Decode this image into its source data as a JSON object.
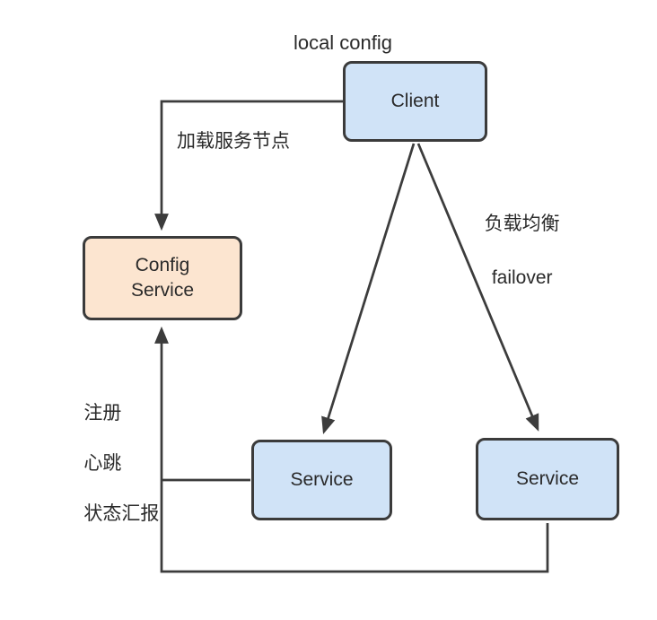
{
  "diagram": {
    "nodes": {
      "client": {
        "label": "Client"
      },
      "config_service": {
        "label_line1": "Config",
        "label_line2": "Service"
      },
      "service_left": {
        "label": "Service"
      },
      "service_right": {
        "label": "Service"
      }
    },
    "edge_labels": {
      "local_config": "local config",
      "load_service_nodes": "加载服务节点",
      "load_balance_line1": "负载均衡",
      "load_balance_line2": "failover",
      "report_line1": "注册",
      "report_line2": "心跳",
      "report_line3": "状态汇报"
    },
    "colors": {
      "service_node_fill": "#d0e3f7",
      "config_service_fill": "#fce5d0",
      "node_border": "#3b3b3b",
      "connector_stroke": "#3c3c3c",
      "text": "#2a2a2a",
      "background": "#ffffff"
    }
  }
}
